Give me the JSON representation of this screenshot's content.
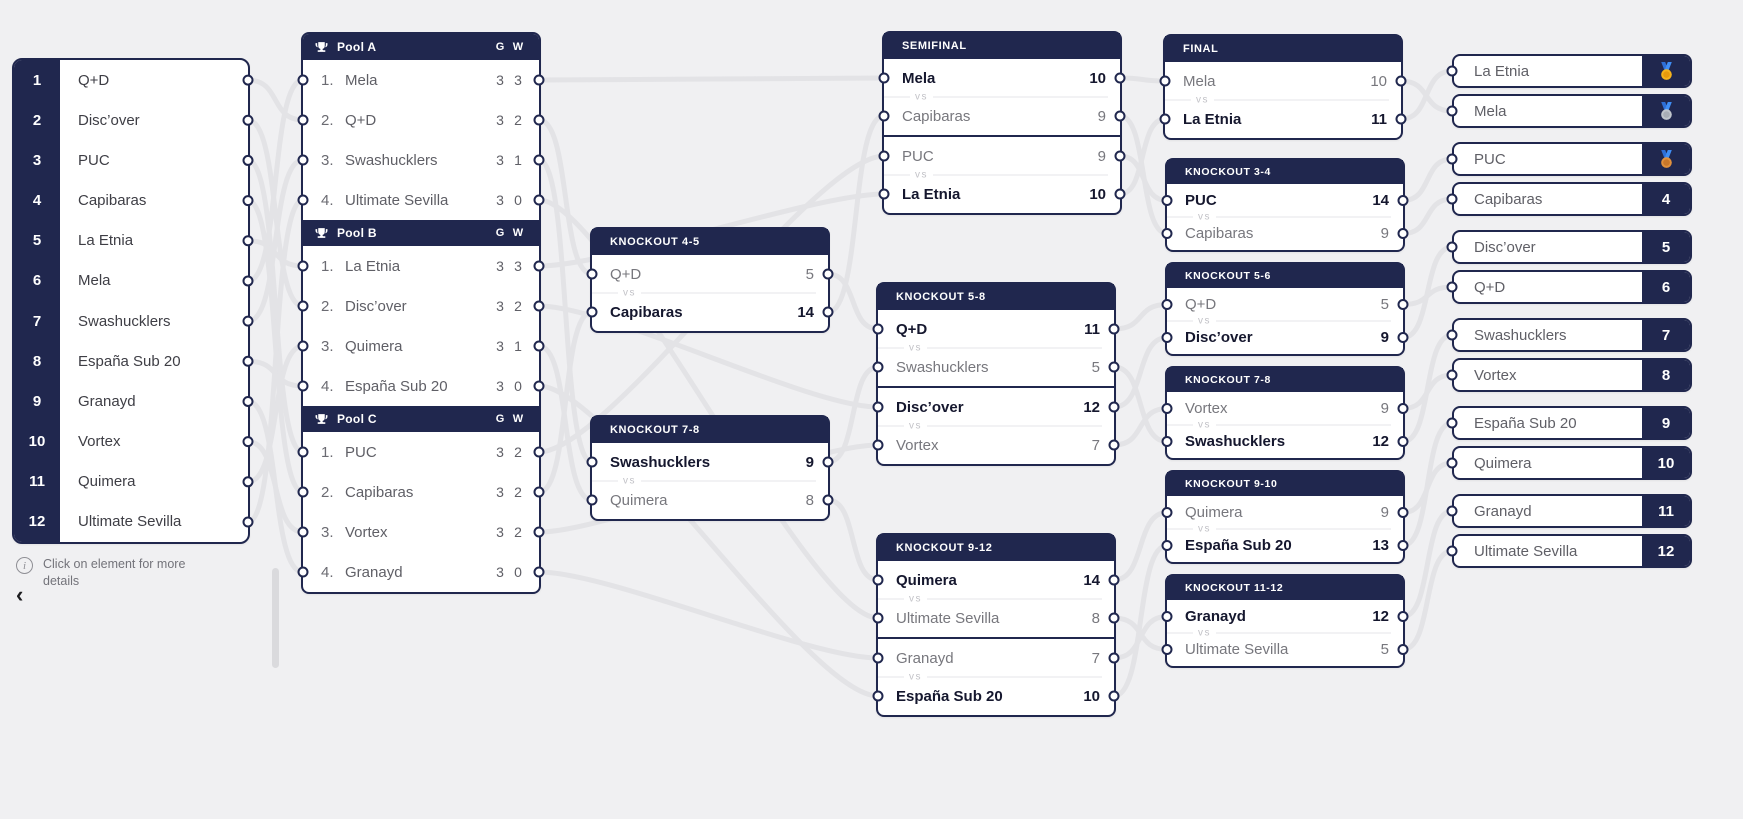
{
  "page": {
    "background": "#f0f0f2",
    "accent": "#20274e",
    "wire_color": "#e3e3e6"
  },
  "labels": {
    "vs": "vs",
    "info": "Click on element for more details",
    "collapse": "‹"
  },
  "seeds": [
    {
      "seed": 1,
      "team": "Q+D"
    },
    {
      "seed": 2,
      "team": "Disc’over"
    },
    {
      "seed": 3,
      "team": "PUC"
    },
    {
      "seed": 4,
      "team": "Capibaras"
    },
    {
      "seed": 5,
      "team": "La Etnia"
    },
    {
      "seed": 6,
      "team": "Mela"
    },
    {
      "seed": 7,
      "team": "Swashucklers"
    },
    {
      "seed": 8,
      "team": "España Sub 20"
    },
    {
      "seed": 9,
      "team": "Granayd"
    },
    {
      "seed": 10,
      "team": "Vortex"
    },
    {
      "seed": 11,
      "team": "Quimera"
    },
    {
      "seed": 12,
      "team": "Ultimate Sevilla"
    }
  ],
  "pools": [
    {
      "key": "pA",
      "title": "Pool A",
      "columns": {
        "g": "G",
        "w": "W"
      },
      "rows": [
        {
          "pos": "1.",
          "team": "Mela",
          "g": 3,
          "w": 3
        },
        {
          "pos": "2.",
          "team": "Q+D",
          "g": 3,
          "w": 2
        },
        {
          "pos": "3.",
          "team": "Swashucklers",
          "g": 3,
          "w": 1
        },
        {
          "pos": "4.",
          "team": "Ultimate Sevilla",
          "g": 3,
          "w": 0
        }
      ]
    },
    {
      "key": "pB",
      "title": "Pool B",
      "columns": {
        "g": "G",
        "w": "W"
      },
      "rows": [
        {
          "pos": "1.",
          "team": "La Etnia",
          "g": 3,
          "w": 3
        },
        {
          "pos": "2.",
          "team": "Disc’over",
          "g": 3,
          "w": 2
        },
        {
          "pos": "3.",
          "team": "Quimera",
          "g": 3,
          "w": 1
        },
        {
          "pos": "4.",
          "team": "España Sub 20",
          "g": 3,
          "w": 0
        }
      ]
    },
    {
      "key": "pC",
      "title": "Pool C",
      "columns": {
        "g": "G",
        "w": "W"
      },
      "rows": [
        {
          "pos": "1.",
          "team": "PUC",
          "g": 3,
          "w": 2
        },
        {
          "pos": "2.",
          "team": "Capibaras",
          "g": 3,
          "w": 2
        },
        {
          "pos": "3.",
          "team": "Vortex",
          "g": 3,
          "w": 2
        },
        {
          "pos": "4.",
          "team": "Granayd",
          "g": 3,
          "w": 0
        }
      ]
    }
  ],
  "cards": [
    {
      "id": "ko45",
      "title": "KNOCKOUT 4-5",
      "compact": false,
      "matches": [
        {
          "a": {
            "team": "Q+D",
            "score": 5,
            "winner": false
          },
          "b": {
            "team": "Capibaras",
            "score": 14,
            "winner": true
          }
        }
      ]
    },
    {
      "id": "ko78m",
      "title": "KNOCKOUT 7-8",
      "compact": false,
      "matches": [
        {
          "a": {
            "team": "Swashucklers",
            "score": 9,
            "winner": true
          },
          "b": {
            "team": "Quimera",
            "score": 8,
            "winner": false
          }
        }
      ]
    },
    {
      "id": "sf",
      "title": "SEMIFINAL",
      "compact": false,
      "matches": [
        {
          "a": {
            "team": "Mela",
            "score": 10,
            "winner": true
          },
          "b": {
            "team": "Capibaras",
            "score": 9,
            "winner": false
          }
        },
        {
          "a": {
            "team": "PUC",
            "score": 9,
            "winner": false
          },
          "b": {
            "team": "La Etnia",
            "score": 10,
            "winner": true
          }
        }
      ]
    },
    {
      "id": "ko58",
      "title": "KNOCKOUT 5-8",
      "compact": false,
      "matches": [
        {
          "a": {
            "team": "Q+D",
            "score": 11,
            "winner": true
          },
          "b": {
            "team": "Swashucklers",
            "score": 5,
            "winner": false
          }
        },
        {
          "a": {
            "team": "Disc’over",
            "score": 12,
            "winner": true
          },
          "b": {
            "team": "Vortex",
            "score": 7,
            "winner": false
          }
        }
      ]
    },
    {
      "id": "ko912",
      "title": "KNOCKOUT 9-12",
      "compact": false,
      "matches": [
        {
          "a": {
            "team": "Quimera",
            "score": 14,
            "winner": true
          },
          "b": {
            "team": "Ultimate Sevilla",
            "score": 8,
            "winner": false
          }
        },
        {
          "a": {
            "team": "Granayd",
            "score": 7,
            "winner": false
          },
          "b": {
            "team": "España Sub 20",
            "score": 10,
            "winner": true
          }
        }
      ]
    },
    {
      "id": "final",
      "title": "FINAL",
      "compact": false,
      "matches": [
        {
          "a": {
            "team": "Mela",
            "score": 10,
            "winner": false
          },
          "b": {
            "team": "La Etnia",
            "score": 11,
            "winner": true
          }
        }
      ]
    },
    {
      "id": "ko34",
      "title": "KNOCKOUT 3-4",
      "compact": true,
      "matches": [
        {
          "a": {
            "team": "PUC",
            "score": 14,
            "winner": true
          },
          "b": {
            "team": "Capibaras",
            "score": 9,
            "winner": false
          }
        }
      ]
    },
    {
      "id": "ko56",
      "title": "KNOCKOUT 5-6",
      "compact": true,
      "matches": [
        {
          "a": {
            "team": "Q+D",
            "score": 5,
            "winner": false
          },
          "b": {
            "team": "Disc’over",
            "score": 9,
            "winner": true
          }
        }
      ]
    },
    {
      "id": "ko78",
      "title": "KNOCKOUT 7-8",
      "compact": true,
      "matches": [
        {
          "a": {
            "team": "Vortex",
            "score": 9,
            "winner": false
          },
          "b": {
            "team": "Swashucklers",
            "score": 12,
            "winner": true
          }
        }
      ]
    },
    {
      "id": "ko910",
      "title": "KNOCKOUT 9-10",
      "compact": true,
      "matches": [
        {
          "a": {
            "team": "Quimera",
            "score": 9,
            "winner": false
          },
          "b": {
            "team": "España Sub 20",
            "score": 13,
            "winner": true
          }
        }
      ]
    },
    {
      "id": "ko1112",
      "title": "KNOCKOUT 11-12",
      "compact": true,
      "matches": [
        {
          "a": {
            "team": "Granayd",
            "score": 12,
            "winner": true
          },
          "b": {
            "team": "Ultimate Sevilla",
            "score": 5,
            "winner": false
          }
        }
      ]
    }
  ],
  "standings": [
    {
      "rank": 1,
      "team": "La Etnia",
      "medal": "gold"
    },
    {
      "rank": 2,
      "team": "Mela",
      "medal": "silver"
    },
    {
      "rank": 3,
      "team": "PUC",
      "medal": "bronze"
    },
    {
      "rank": 4,
      "team": "Capibaras"
    },
    {
      "rank": 5,
      "team": "Disc’over"
    },
    {
      "rank": 6,
      "team": "Q+D"
    },
    {
      "rank": 7,
      "team": "Swashucklers"
    },
    {
      "rank": 8,
      "team": "Vortex"
    },
    {
      "rank": 9,
      "team": "España Sub 20"
    },
    {
      "rank": 10,
      "team": "Quimera"
    },
    {
      "rank": 11,
      "team": "Granayd"
    },
    {
      "rank": 12,
      "team": "Ultimate Sevilla"
    }
  ],
  "medal_colors": {
    "gold": {
      "ribbon1": "#3f8ef5",
      "ribbon2": "#2e6fd6",
      "metal": "#f6b31c",
      "metal2": "#e89a0c"
    },
    "silver": {
      "ribbon1": "#3f8ef5",
      "ribbon2": "#2e6fd6",
      "metal": "#c0c5cc",
      "metal2": "#a9aeb6"
    },
    "bronze": {
      "ribbon1": "#3f8ef5",
      "ribbon2": "#2e6fd6",
      "metal": "#e2913d",
      "metal2": "#c9772a"
    }
  },
  "connections": [
    [
      "seed-1",
      "pA2"
    ],
    [
      "seed-2",
      "pB2"
    ],
    [
      "seed-3",
      "pC1"
    ],
    [
      "seed-4",
      "pC2"
    ],
    [
      "seed-5",
      "pB1"
    ],
    [
      "seed-6",
      "pA1"
    ],
    [
      "seed-7",
      "pA3"
    ],
    [
      "seed-8",
      "pB4"
    ],
    [
      "seed-9",
      "pC4"
    ],
    [
      "seed-10",
      "pC3"
    ],
    [
      "seed-11",
      "pB3"
    ],
    [
      "seed-12",
      "pA4"
    ],
    [
      "pA1",
      "sf-m0-a"
    ],
    [
      "pA2",
      "ko45-m0-a"
    ],
    [
      "pA3",
      "ko78m-m0-a"
    ],
    [
      "pA4",
      "ko912-m0-b"
    ],
    [
      "pB1",
      "sf-m1-b"
    ],
    [
      "pB2",
      "ko58-m1-a"
    ],
    [
      "pB3",
      "ko78m-m0-b"
    ],
    [
      "pB4",
      "ko912-m1-b"
    ],
    [
      "pC1",
      "sf-m1-a"
    ],
    [
      "pC2",
      "ko45-m0-b"
    ],
    [
      "pC3",
      "ko58-m1-b"
    ],
    [
      "pC4",
      "ko912-m1-a"
    ],
    [
      "ko45-m0-a",
      "ko58-m0-a"
    ],
    [
      "ko45-m0-b",
      "sf-m0-b"
    ],
    [
      "ko78m-m0-a",
      "ko58-m0-b"
    ],
    [
      "ko78m-m0-b",
      "ko912-m0-a"
    ],
    [
      "sf-m0-a",
      "final-m0-a"
    ],
    [
      "sf-m0-b",
      "ko34-m0-b"
    ],
    [
      "sf-m1-a",
      "ko34-m0-a"
    ],
    [
      "sf-m1-b",
      "final-m0-b"
    ],
    [
      "ko58-m0-a",
      "ko56-m0-a"
    ],
    [
      "ko58-m1-a",
      "ko56-m0-b"
    ],
    [
      "ko58-m0-b",
      "ko78-m0-b"
    ],
    [
      "ko58-m1-b",
      "ko78-m0-a"
    ],
    [
      "ko912-m0-a",
      "ko910-m0-a"
    ],
    [
      "ko912-m1-b",
      "ko910-m0-b"
    ],
    [
      "ko912-m0-b",
      "ko1112-m0-b"
    ],
    [
      "ko912-m1-a",
      "ko1112-m0-a"
    ],
    [
      "final-m0-a",
      "rank-2"
    ],
    [
      "final-m0-b",
      "rank-1"
    ],
    [
      "ko34-m0-a",
      "rank-3"
    ],
    [
      "ko34-m0-b",
      "rank-4"
    ],
    [
      "ko56-m0-a",
      "rank-6"
    ],
    [
      "ko56-m0-b",
      "rank-5"
    ],
    [
      "ko78-m0-a",
      "rank-8"
    ],
    [
      "ko78-m0-b",
      "rank-7"
    ],
    [
      "ko910-m0-a",
      "rank-10"
    ],
    [
      "ko910-m0-b",
      "rank-9"
    ],
    [
      "ko1112-m0-a",
      "rank-11"
    ],
    [
      "ko1112-m0-b",
      "rank-12"
    ]
  ]
}
